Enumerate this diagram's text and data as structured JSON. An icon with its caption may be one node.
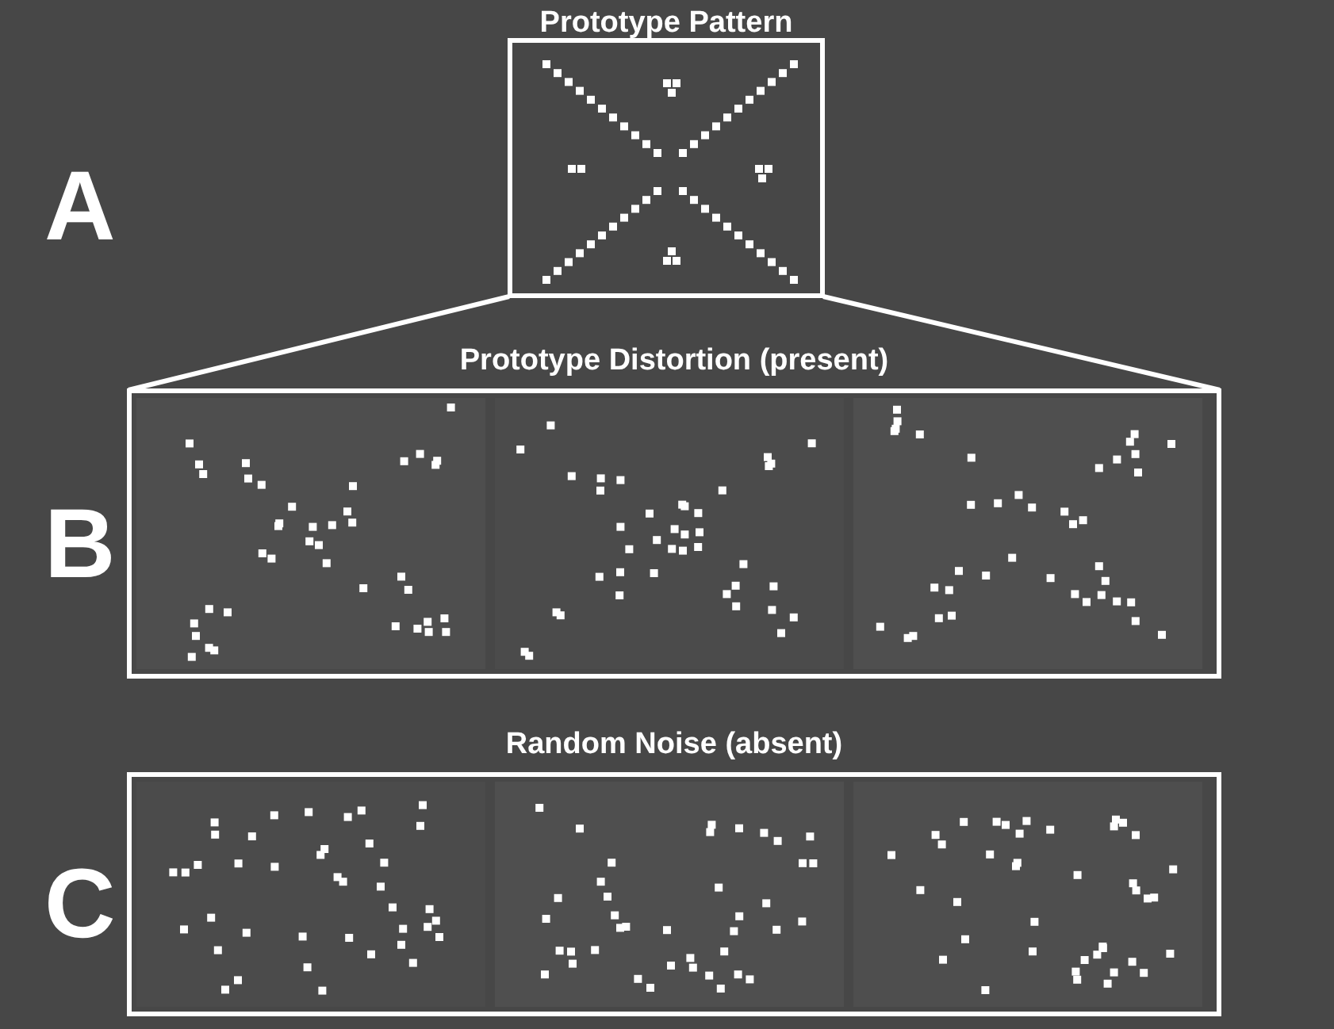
{
  "diagram": {
    "nodes": [
      {
        "text": [
          "Prototype Pattern"
        ]
      },
      {
        "text": [
          "Prototype Distortion (present)"
        ]
      },
      {
        "text": [],
        "shape": "picture",
        "in": 1
      },
      {
        "text": [],
        "shape": "picture",
        "in": 1
      },
      {
        "text": [],
        "shape": "picture",
        "in": 1
      },
      {
        "text": [
          "Random Noise (absent)"
        ]
      },
      {
        "text": [],
        "shape": "picture",
        "in": 5
      },
      {
        "text": [],
        "shape": "picture",
        "in": 5
      },
      {
        "text": [],
        "shape": "picture",
        "in": 5
      }
    ],
    "edges": [
      {
        "from": 0,
        "to": 1,
        "arrow": "none"
      },
      {
        "from": 0,
        "to": 1,
        "arrow": "none"
      }
    ],
    "labels": [
      "A",
      "B",
      "C"
    ]
  }
}
